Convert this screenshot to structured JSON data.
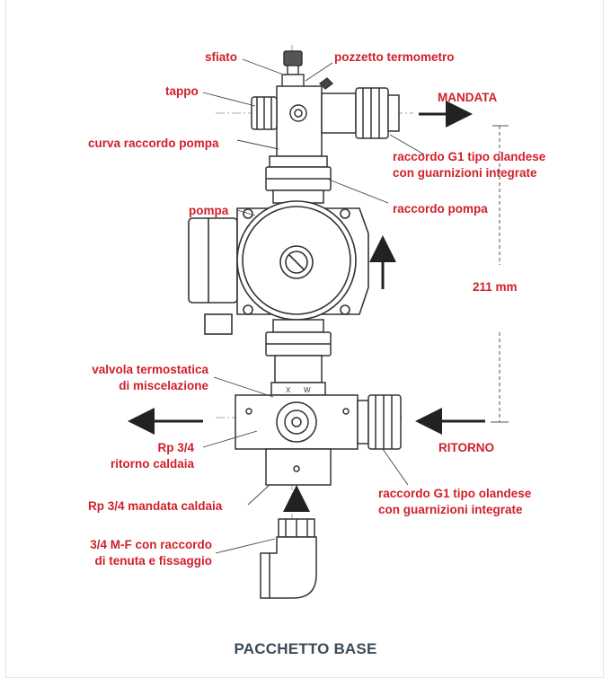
{
  "labels": {
    "sfiato": "sfiato",
    "pozzetto": "pozzetto termometro",
    "tappo": "tappo",
    "mandata": "MANDATA",
    "curva": "curva raccordo pompa",
    "raccordo_g1_top_1": "raccordo G1 tipo olandese",
    "raccordo_g1_top_2": "con guarnizioni integrate",
    "pompa": "pompa",
    "raccordo_pompa": "raccordo pompa",
    "dimension": "211 mm",
    "valvola_1": "valvola termostatica",
    "valvola_2": "di miscelazione",
    "rp_ritorno_1": "Rp 3/4",
    "rp_ritorno_2": "ritorno caldaia",
    "ritorno": "RITORNO",
    "rp_mandata": "Rp 3/4 mandata caldaia",
    "raccordo_g1_bot_1": "raccordo G1 tipo olandese",
    "raccordo_g1_bot_2": "con guarnizioni integrate",
    "mf_1": "3/4 M-F con raccordo",
    "mf_2": "di tenuta e fissaggio",
    "valve_x": "X",
    "valve_w": "W"
  },
  "caption": "PACCHETTO BASE",
  "colors": {
    "label": "#d0202a",
    "caption": "#3b4a58",
    "drawing": "#333333"
  }
}
